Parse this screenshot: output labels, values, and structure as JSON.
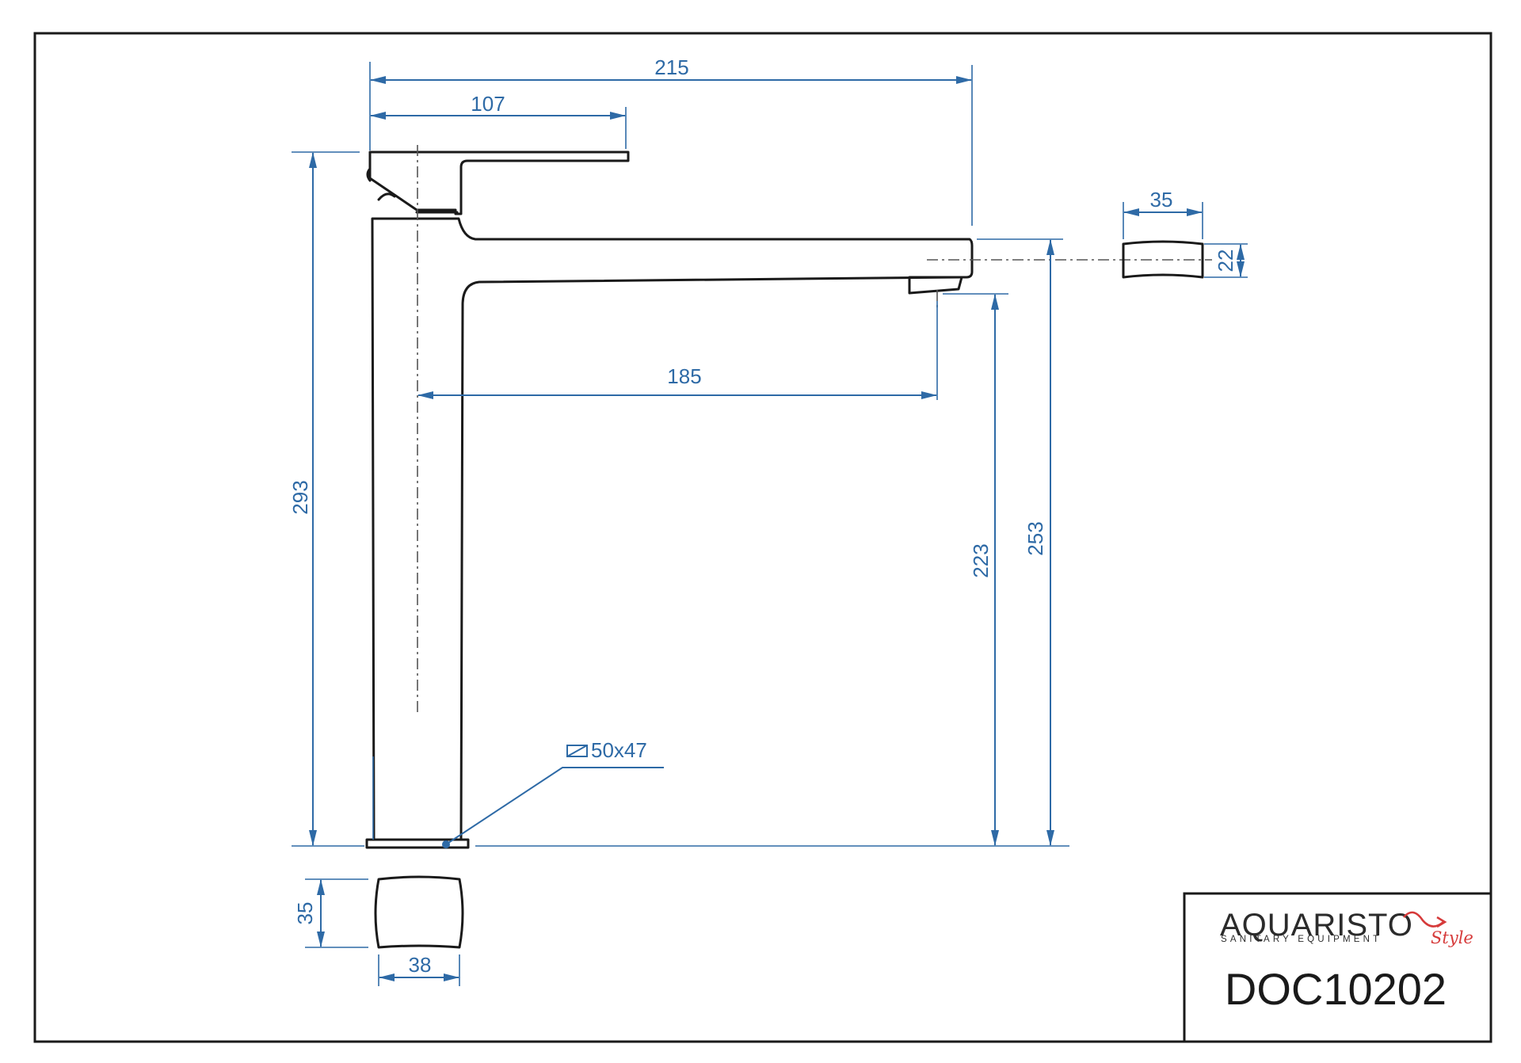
{
  "dimensions": {
    "overall_length": "215",
    "lever_length": "107",
    "spout_reach": "185",
    "spout_width": "35",
    "spout_height": "22",
    "overall_height": "293",
    "outlet_height": "223",
    "spout_top_height": "253",
    "base_section": "50x47",
    "body_depth": "35",
    "body_width": "38"
  },
  "title_block": {
    "brand": "AQUARISTO",
    "brand_subtitle": "SANITARY EQUIPMENT",
    "brand_style": "Style",
    "code": "DOC10202"
  },
  "colors": {
    "dimension": "#2e6aa6",
    "outline": "#1a1a1a",
    "brand_accent": "#d63a3a"
  }
}
